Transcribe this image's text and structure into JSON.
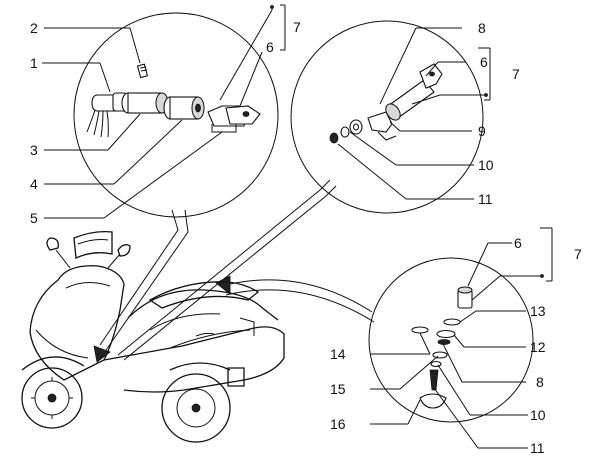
{
  "labels": {
    "c1": [
      "1",
      "2",
      "3",
      "4",
      "5",
      "6",
      "7"
    ],
    "c2": [
      "8",
      "6",
      "7",
      "9",
      "10",
      "11"
    ],
    "c3": [
      "6",
      "7",
      "13",
      "12",
      "14",
      "15",
      "8",
      "10",
      "16",
      "11"
    ]
  }
}
